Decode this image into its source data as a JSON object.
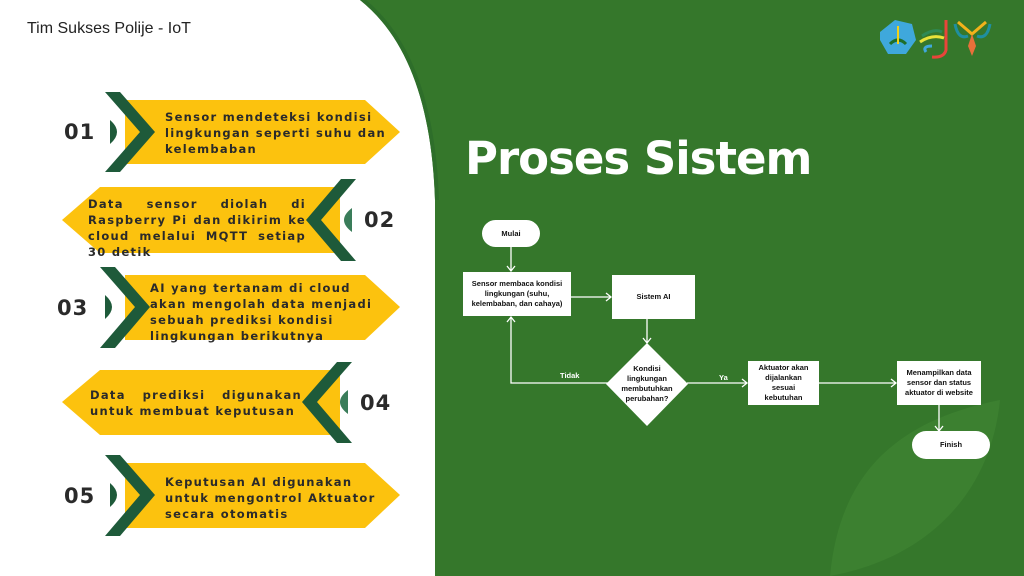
{
  "header": {
    "title": "Tim Sukses Polije - IoT"
  },
  "logos": [
    "Polije crest logo",
    "J swoosh logo",
    "winged figure logo"
  ],
  "colors": {
    "background_green": "#35772b",
    "panel_white": "#ffffff",
    "arrow_yellow": "#fcc20e",
    "chevron_dark_green": "#1e5a3a",
    "accent_green": "#3a7d5a"
  },
  "steps": [
    {
      "number": "01",
      "text": "Sensor mendeteksi kondisi lingkungan seperti suhu dan kelembaban"
    },
    {
      "number": "02",
      "text": "Data sensor diolah di Raspberry Pi dan dikirim ke cloud melalui MQTT setiap 30 detik"
    },
    {
      "number": "03",
      "text": "AI yang tertanam di cloud akan mengolah data menjadi sebuah prediksi kondisi lingkungan berikutnya"
    },
    {
      "number": "04",
      "text": "Data prediksi digunakan untuk membuat keputusan"
    },
    {
      "number": "05",
      "text": "Keputusan AI digunakan untuk mengontrol Aktuator secara otomatis"
    }
  ],
  "main": {
    "title": "Proses Sistem"
  },
  "flowchart": {
    "start": "Mulai",
    "sensor": "Sensor membaca kondisi lingkungan (suhu, kelembaban, dan cahaya)",
    "ai": "Sistem AI",
    "decision": "Kondisi lingkungan membutuhkan perubahan?",
    "no_label": "Tidak",
    "yes_label": "Ya",
    "actuator": "Aktuator akan dijalankan sesuai kebutuhan",
    "display": "Menampilkan data sensor dan status aktuator di website",
    "end": "Finish"
  }
}
